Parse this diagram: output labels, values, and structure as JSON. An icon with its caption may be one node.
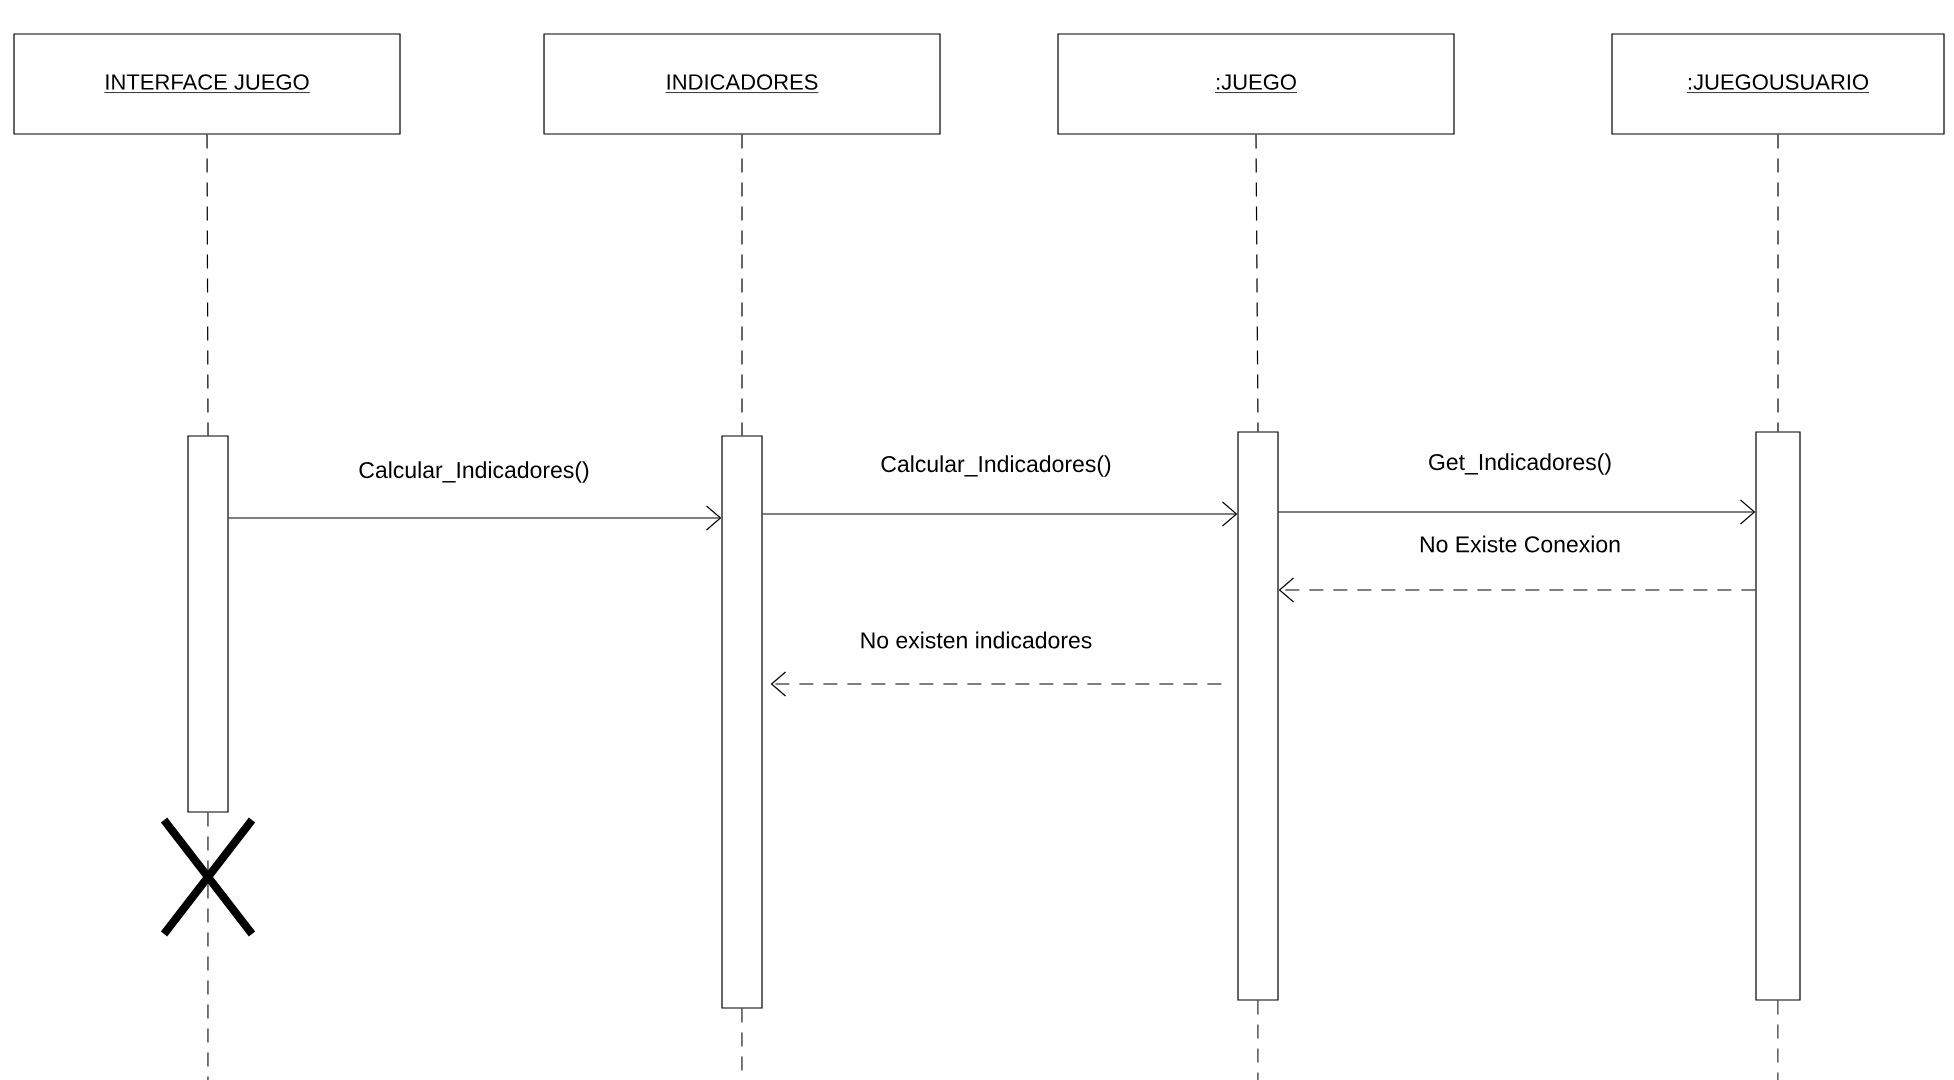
{
  "diagram": {
    "nodes": [
      {
        "text": [
          "INTERFACE JUEGO"
        ]
      },
      {
        "text": [
          "INDICADORES"
        ]
      },
      {
        "text": [
          ":JUEGO"
        ]
      },
      {
        "text": [
          ":JUEGOUSUARIO"
        ]
      },
      {
        "text": [],
        "shape": "bar"
      },
      {
        "text": [],
        "shape": "bar"
      },
      {
        "text": [],
        "shape": "bar"
      },
      {
        "text": [],
        "shape": "bar"
      }
    ],
    "edges": [
      {
        "from": 4,
        "to": 5,
        "arrow": "to",
        "label": "Calcular_Indicadores()"
      },
      {
        "from": 5,
        "to": 6,
        "arrow": "to",
        "label": "Calcular_Indicadores()"
      },
      {
        "from": 6,
        "to": 7,
        "arrow": "to",
        "label": "Get_Indicadores()"
      },
      {
        "from": 7,
        "to": 6,
        "arrow": "to",
        "label": "No Existe Conexion",
        "style": "dashed"
      },
      {
        "from": 6,
        "to": 5,
        "arrow": "to",
        "label": "No existen indicadores",
        "style": "dashed"
      },
      {
        "from": 0,
        "to": 4,
        "arrow": "none",
        "style": "dashed"
      },
      {
        "from": 1,
        "to": 5,
        "arrow": "none",
        "style": "dashed"
      },
      {
        "from": 2,
        "to": 6,
        "arrow": "none",
        "style": "dashed"
      },
      {
        "from": 3,
        "to": 7,
        "arrow": "none",
        "style": "dashed"
      },
      {
        "from": 4,
        "to": null,
        "arrow": "none",
        "style": "dashed"
      },
      {
        "from": 5,
        "to": null,
        "arrow": "none",
        "style": "dashed"
      },
      {
        "from": 6,
        "to": null,
        "arrow": "none",
        "style": "dashed"
      },
      {
        "from": 7,
        "to": null,
        "arrow": "none",
        "style": "dashed"
      }
    ]
  }
}
